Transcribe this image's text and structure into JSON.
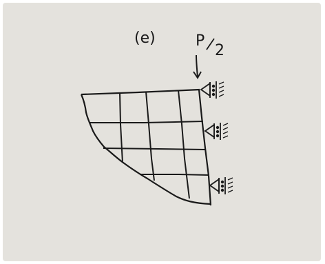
{
  "diagram": {
    "part_label": "(e)",
    "load_label_numerator": "P",
    "load_label_denominator": "2",
    "elements": {
      "mesh": "finite-element-grid",
      "supports": [
        "roller-support-top",
        "roller-support-middle",
        "roller-support-bottom"
      ],
      "load_arrow": "down-arrow-icon"
    },
    "colors": {
      "paper": "#e4e2dd",
      "ink": "#1a1a1a"
    }
  }
}
